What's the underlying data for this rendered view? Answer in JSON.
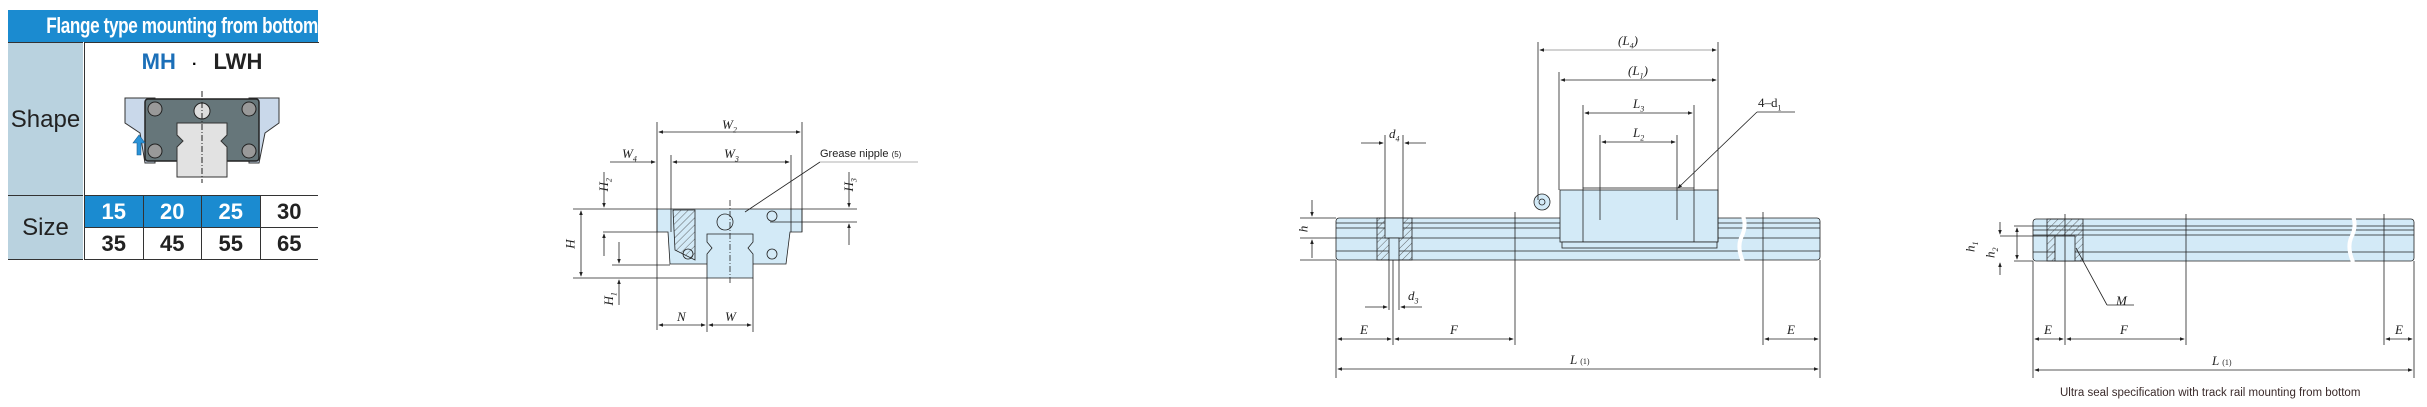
{
  "table": {
    "header": "Flange type mounting from bottom",
    "shape_label": "Shape",
    "models": {
      "primary": "MH",
      "separator": "·",
      "secondary": "LWH"
    },
    "size_label": "Size",
    "sizes": [
      {
        "value": "15",
        "highlighted": true
      },
      {
        "value": "20",
        "highlighted": true
      },
      {
        "value": "25",
        "highlighted": true
      },
      {
        "value": "30",
        "highlighted": false
      },
      {
        "value": "35",
        "highlighted": false
      },
      {
        "value": "45",
        "highlighted": false
      },
      {
        "value": "55",
        "highlighted": false
      },
      {
        "value": "65",
        "highlighted": false
      }
    ],
    "colors": {
      "accent": "#1b8bd0",
      "label_bg": "#b9d2df",
      "primary_model": "#1b6fb8"
    }
  },
  "front_view": {
    "W2": "W2",
    "W3": "W3",
    "W4": "W4",
    "H": "H",
    "H1": "H1",
    "H2": "H2",
    "H3": "H3",
    "N": "N",
    "W": "W",
    "grease_nipple": "Grease nipple",
    "grease_note": "(5)"
  },
  "side_view": {
    "L4": "(L4)",
    "L1": "(L1)",
    "L3": "L3",
    "L2": "L2",
    "d1": "4–d1",
    "d4": "d4",
    "d3": "d3",
    "h": "h",
    "E": "E",
    "F": "F",
    "L": "L",
    "L_note": "(1)"
  },
  "bottom_mount_view": {
    "h1": "h1",
    "h2": "h2",
    "M": "M",
    "E": "E",
    "F": "F",
    "L": "L",
    "L_note": "(1)",
    "caption": "Ultra seal specification with track rail mounting from bottom"
  },
  "drawing_colors": {
    "part_fill": "#d3eaf7",
    "line": "#222222",
    "block_dark": "#6a7a78"
  }
}
